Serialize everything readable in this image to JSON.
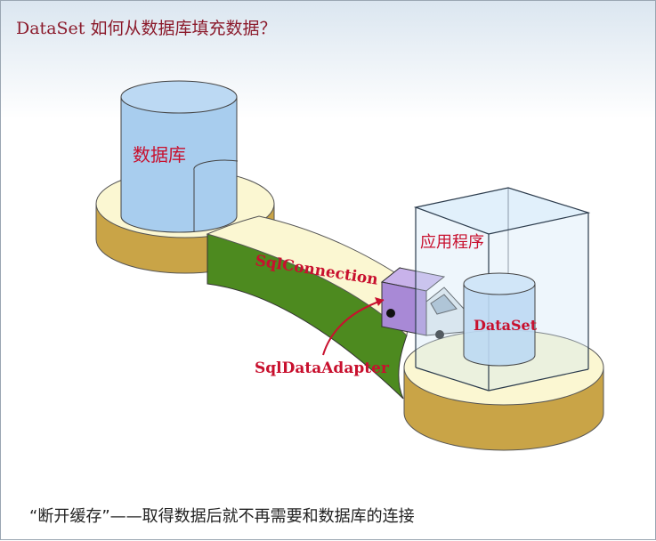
{
  "title": "DataSet 如何从数据库填充数据？",
  "nodes": {
    "database": "数据库",
    "application": "应用程序",
    "dataset": "DataSet"
  },
  "labels": {
    "connection": "SqlConnection",
    "adapter": "SqlDataAdapter"
  },
  "caption": "“断开缓存”——取得数据后就不再需要和数据库的连接",
  "colors": {
    "title": "#8b1a2b",
    "label_red": "#c8102e",
    "platform_top": "#fbf7d2",
    "platform_side": "#c9a447",
    "bridge_side": "#4d8a1f",
    "database_cylinder": "#a8cdee",
    "truck_box": "#a889d6"
  }
}
